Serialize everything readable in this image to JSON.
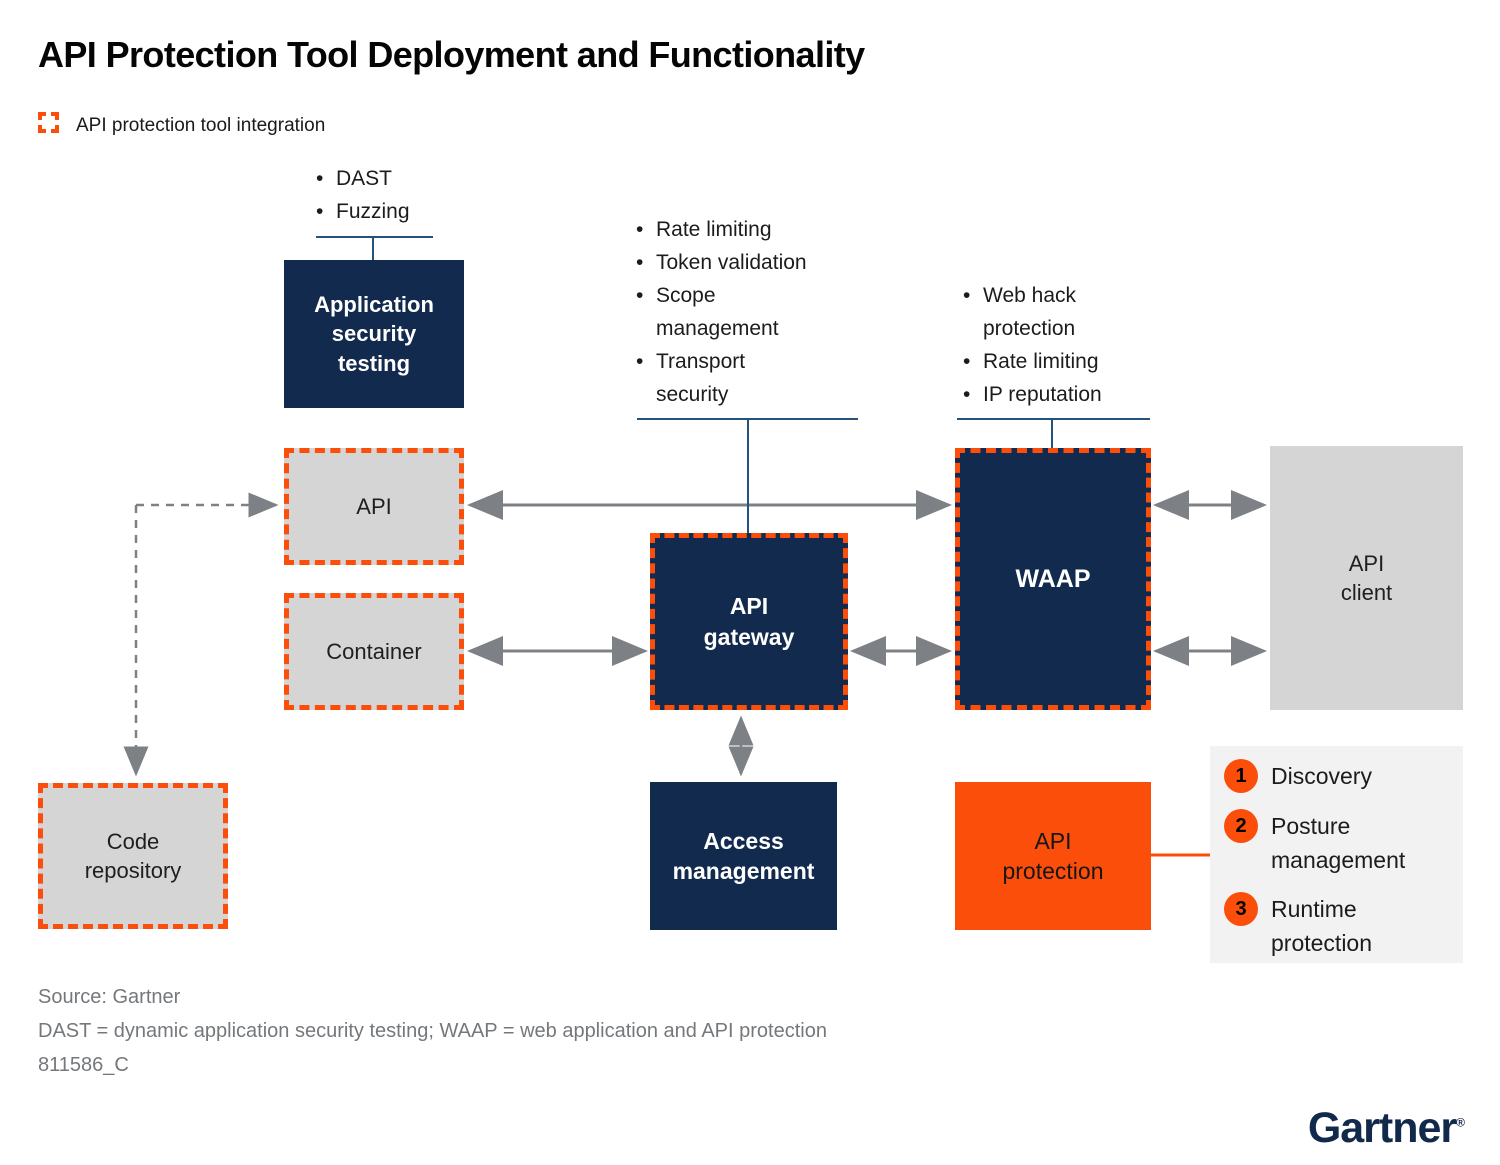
{
  "title": "API Protection Tool Deployment and Functionality",
  "legend": {
    "label": "API protection tool integration"
  },
  "colors": {
    "navy": "#122A4E",
    "orange": "#FB4E0B",
    "box_gray": "#D5D5D5",
    "panel_gray": "#F2F2F2",
    "arrow_gray": "#7D8185",
    "bracket_navy": "#23527B",
    "footer_gray": "#75787B"
  },
  "annotations": {
    "ast": {
      "items": [
        "DAST",
        "Fuzzing"
      ]
    },
    "gateway": {
      "items": [
        "Rate limiting",
        "Token validation",
        "Scope\nmanagement",
        "Transport\nsecurity"
      ]
    },
    "waap": {
      "items": [
        "Web hack\nprotection",
        "Rate limiting",
        "IP reputation"
      ]
    }
  },
  "boxes": {
    "application_security_testing": {
      "label": "Application\nsecurity\ntesting"
    },
    "api": {
      "label": "API"
    },
    "container": {
      "label": "Container"
    },
    "code_repository": {
      "label": "Code\nrepository"
    },
    "api_gateway": {
      "label": "API\ngateway"
    },
    "waap": {
      "label": "WAAP"
    },
    "api_client": {
      "label": "API\nclient"
    },
    "access_management": {
      "label": "Access\nmanagement"
    },
    "api_protection": {
      "label": "API\nprotection"
    }
  },
  "panel": {
    "items": [
      {
        "num": "1",
        "label": "Discovery"
      },
      {
        "num": "2",
        "label": "Posture\nmanagement"
      },
      {
        "num": "3",
        "label": "Runtime\nprotection"
      }
    ]
  },
  "footer": {
    "source": "Source: Gartner",
    "note": "DAST = dynamic application security testing; WAAP = web application and API protection",
    "doc_id": "811586_C"
  },
  "logo": {
    "text": "Gartner",
    "reg": "®"
  }
}
